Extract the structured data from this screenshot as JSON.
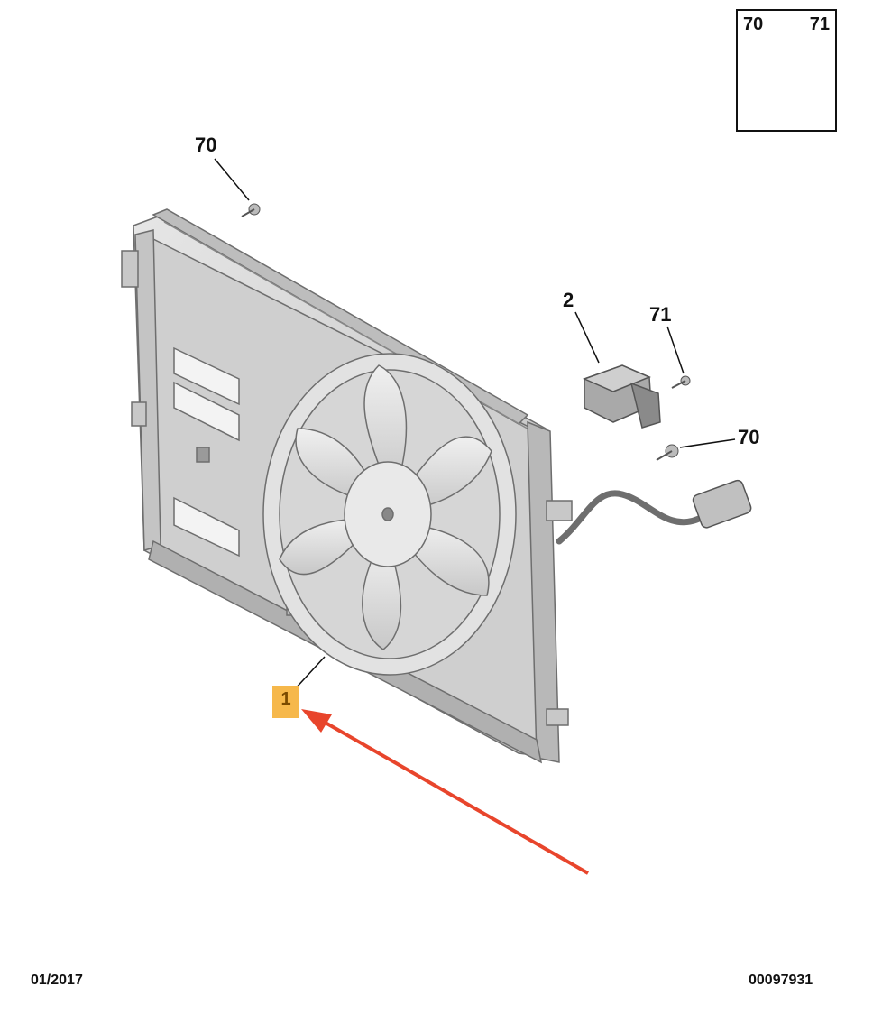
{
  "legend": {
    "left_code": "70",
    "right_code": "71"
  },
  "callouts": {
    "screw_top": "70",
    "resistor": "2",
    "screw_resistor": "71",
    "screw_side": "70",
    "fan_assembly": "1"
  },
  "footer": {
    "date": "01/2017",
    "reference": "00097931"
  },
  "colors": {
    "highlight": "#f6b84b",
    "arrow": "#e8452c",
    "part_fill": "#d4d4d4",
    "part_edge": "#6e6e6e"
  }
}
